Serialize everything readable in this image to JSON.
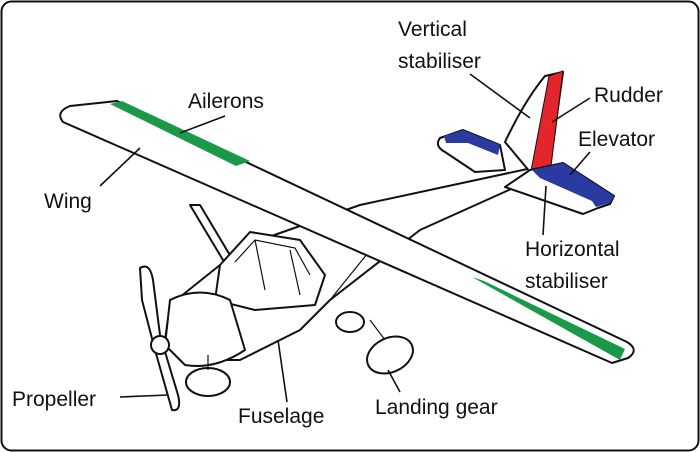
{
  "diagram": {
    "labels": {
      "vertical_stabiliser_1": "Vertical",
      "vertical_stabiliser_2": "stabiliser",
      "rudder": "Rudder",
      "ailerons": "Ailerons",
      "elevator": "Elevator",
      "wing": "Wing",
      "horizontal_stabiliser_1": "Horizontal",
      "horizontal_stabiliser_2": "stabiliser",
      "propeller": "Propeller",
      "fuselage": "Fuselage",
      "landing_gear": "Landing gear"
    },
    "colors": {
      "ailerons": "#1a9a48",
      "rudder": "#e3262b",
      "elevator": "#2a3aa0"
    }
  }
}
